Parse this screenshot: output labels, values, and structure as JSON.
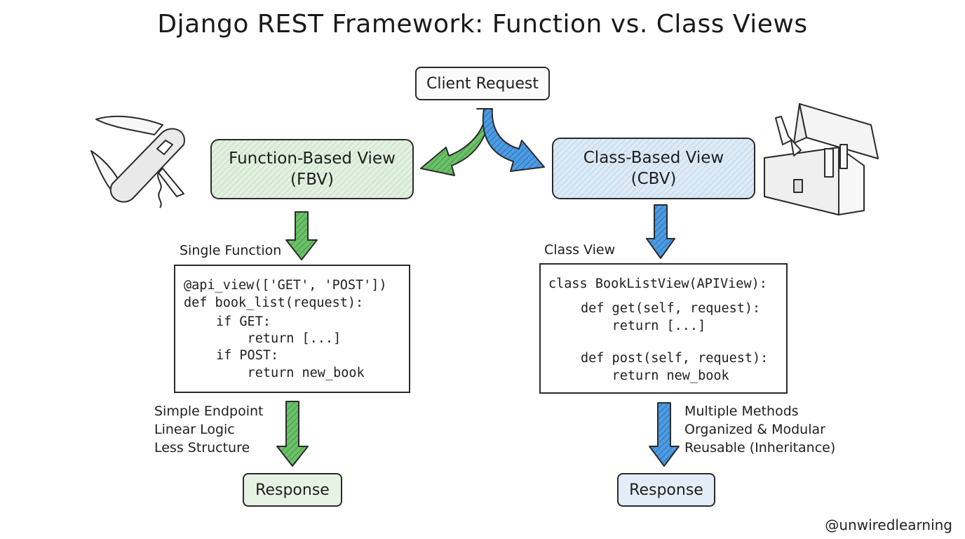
{
  "title": "Django REST Framework: Function vs. Class Views",
  "client_request": "Client Request",
  "fbv": {
    "line1": "Function-Based View",
    "line2": "(FBV)",
    "label": "Single Function",
    "code": [
      "@api_view(['GET', 'POST'])",
      "def book_list(request):",
      "if GET:",
      "    return [...]",
      "if POST:",
      "    return new_book"
    ],
    "notes": [
      "Simple Endpoint",
      "Linear Logic",
      "Less Structure"
    ],
    "response": "Response",
    "color": "#5bb65a"
  },
  "cbv": {
    "line1": "Class-Based View",
    "line2": "(CBV)",
    "label": "Class View",
    "code": [
      "class BookListView(APIView):",
      "def get(self, request):",
      "    return [...]",
      "def post(self, request):",
      "    return new_book"
    ],
    "notes": [
      "Multiple Methods",
      "Organized & Modular",
      "Reusable (Inheritance)"
    ],
    "response": "Response",
    "color": "#3f8fdc"
  },
  "handle": "@unwiredlearning",
  "icons": {
    "left": "swiss-army-knife-icon",
    "right": "toolbox-icon"
  }
}
